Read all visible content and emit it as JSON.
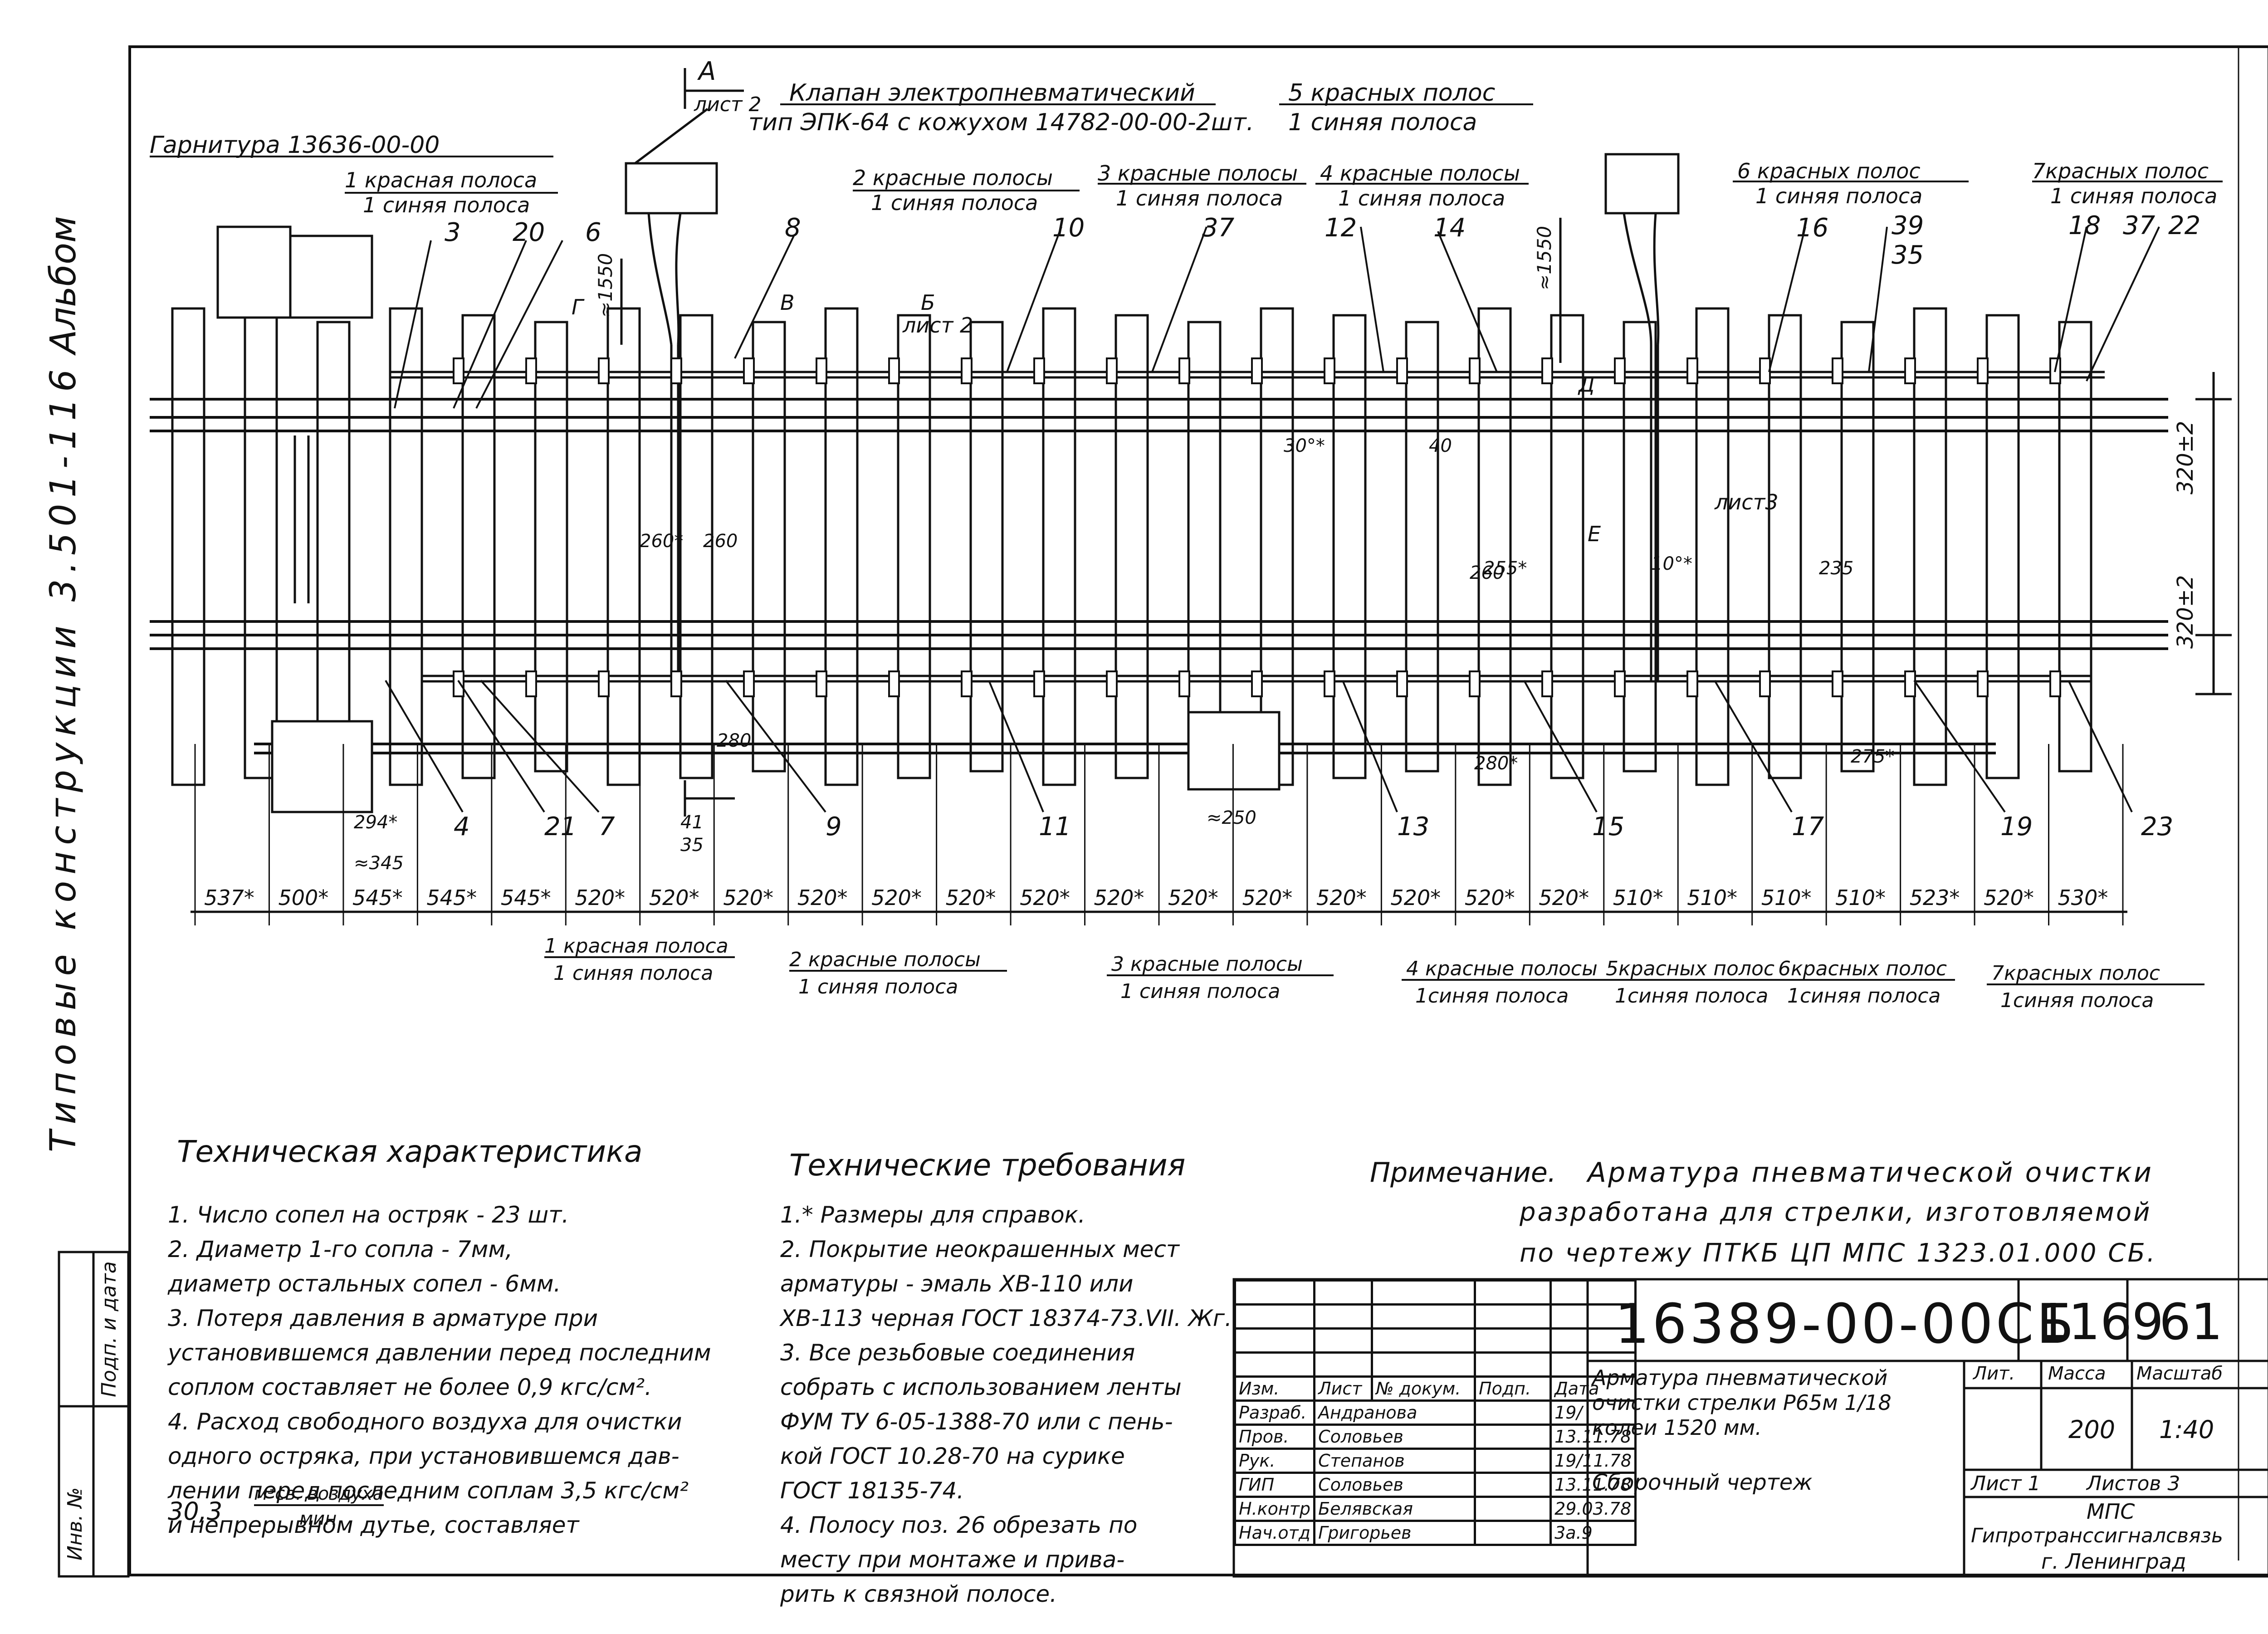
{
  "side_text": {
    "album": "Альбом",
    "series": "Типовые конструкции 3.501-116"
  },
  "tops": {
    "garnitura": "Гарнитура 13636-00-00",
    "valve_line1": "Клапан электропневматический",
    "valve_line2": "тип ЭПК-64 с кожухом 14782-00-00-2шт.",
    "section_a": "А",
    "sheet2": "лист 2",
    "top_5red": "5 красных полос",
    "top_5blue": "1 синяя полоса",
    "h1550": "≈1550",
    "dim_320": "320±2"
  },
  "top_stripes": [
    {
      "red": "1 красная полоса",
      "blue": "1 синяя полоса"
    },
    {
      "red": "2 красные полосы",
      "blue": "1 синяя полоса"
    },
    {
      "red": "3 красные полосы",
      "blue": "1 синяя полоса"
    },
    {
      "red": "4 красные полосы",
      "blue": "1 синяя полоса"
    },
    {
      "red": "6 красных полос",
      "blue": "1 синяя полоса"
    },
    {
      "red": "7красных полос",
      "blue": "1 синяя полоса"
    }
  ],
  "bottom_stripes": [
    {
      "red": "1 красная полоса",
      "blue": "1 синяя полоса"
    },
    {
      "red": "2 красные полосы",
      "blue": "1 синяя полоса"
    },
    {
      "red": "3 красные полосы",
      "blue": "1 синяя полоса"
    },
    {
      "red": "4 красные полосы",
      "blue": "1синяя полоса"
    },
    {
      "red": "5красных полос",
      "blue": "1синяя полоса"
    },
    {
      "red": "6красных полос",
      "blue": "1синяя полоса"
    },
    {
      "red": "7красных полос",
      "blue": "1синяя полоса"
    }
  ],
  "top_positions": [
    "3",
    "20",
    "6",
    "8",
    "10",
    "37",
    "12",
    "14",
    "16",
    "39",
    "35",
    "18",
    "37",
    "22"
  ],
  "bottom_positions": [
    "4",
    "21",
    "7",
    "9",
    "11",
    "13",
    "15",
    "17",
    "19",
    "23"
  ],
  "spacing_dims": [
    "537*",
    "500*",
    "545*",
    "545*",
    "545*",
    "520*",
    "520*",
    "520*",
    "520*",
    "520*",
    "520*",
    "520*",
    "520*",
    "520*",
    "520*",
    "520*",
    "520*",
    "520*",
    "520*",
    "510*",
    "510*",
    "510*",
    "510*",
    "523*",
    "520*",
    "530*"
  ],
  "misc_dims": [
    "294*",
    "≈345",
    "≈250",
    "280*",
    "280",
    "275*",
    "260",
    "260*",
    "260",
    "255*",
    "235",
    "10°*",
    "30°*",
    "40",
    "41",
    "35"
  ],
  "section_letters": [
    "Г",
    "В",
    "Б",
    "Д",
    "Е",
    "лист3",
    "лист 2"
  ],
  "tech_char": {
    "title": "Техническая характеристика",
    "lines": [
      "1. Число сопел на остряк - 23 шт.",
      "2. Диаметр 1-го сопла - 7мм,",
      "диаметр остальных сопел - 6мм.",
      "3. Потеря давления в арматуре при",
      "установившемся давлении перед последним",
      "соплом составляет не более 0,9 кгс/см².",
      "4. Расход свободного воздуха для очистки",
      "одного остряка, при установившемся дав-",
      "лении перед последним соплам 3,5 кгс/см²",
      "и непрерывном дутье, составляет"
    ],
    "value": "30,3",
    "fraction_num": "м³св. воздуха",
    "fraction_den": "мин"
  },
  "tech_req": {
    "title": "Технические требования",
    "lines": [
      "1.* Размеры для справок.",
      "2. Покрытие неокрашенных мест",
      "арматуры - эмаль ХВ-110 или",
      "ХВ-113 черная ГОСТ 18374-73.VII. Жг.",
      "3. Все резьбовые соединения",
      "собрать с использованием ленты",
      "ФУМ ТУ 6-05-1388-70 или с пень-",
      "кой ГОСТ 10.28-70 на сурике",
      "ГОСТ 18135-74.",
      "4. Полосу поз. 26 обрезать по",
      "месту при монтаже и прива-",
      "рить к связной полосе."
    ]
  },
  "note": {
    "label": "Примечание.",
    "lines": [
      "Арматура пневматической очистки",
      "разработана для стрелки, изготовляемой",
      "по чертежу ПТКБ ЦП МПС 1323.01.000 СБ."
    ]
  },
  "title_block": {
    "doc_number": "16389-00-00СБ",
    "code1": "1169",
    "code2": "61",
    "title_lines": [
      "Арматура пневматической",
      "очистки стрелки Р65м 1/18",
      "колеи 1520 мм."
    ],
    "subtitle": "Сборочный чертеж",
    "lit": "Лит.",
    "mass_label": "Масса",
    "scale_label": "Масштаб",
    "mass": "200",
    "scale": "1:40",
    "sheet": "Лист 1",
    "sheets": "Листов 3",
    "org1": "МПС",
    "org2": "Гипротранссигналсвязь",
    "org3": "г. Ленинград",
    "head": [
      "Изм.",
      "Лист",
      "№ докум.",
      "Подп.",
      "Дата"
    ],
    "people": [
      {
        "role": "Разраб.",
        "name": "Андранова",
        "date": "19/"
      },
      {
        "role": "Пров.",
        "name": "Соловьев",
        "date": "13.11.78"
      },
      {
        "role": "Рук.",
        "name": "Степанов",
        "date": "19/11.78"
      },
      {
        "role": "ГИП",
        "name": "Соловьев",
        "date": "13.11.78"
      },
      {
        "role": "Н.контр",
        "name": "Белявская",
        "date": "29.03.78"
      },
      {
        "role": "Нач.отд",
        "name": "Григорьев",
        "date": "3а.9"
      }
    ]
  },
  "left_strip": {
    "inv": "Инв. №",
    "sign": "Подп. и дата"
  }
}
